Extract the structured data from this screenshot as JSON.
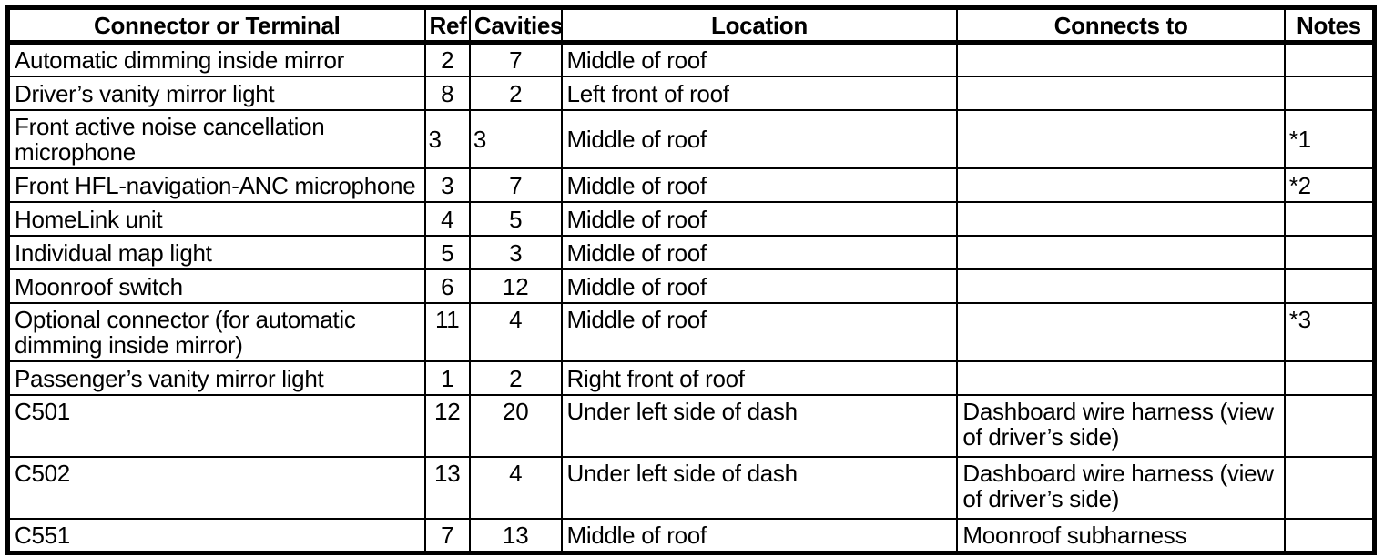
{
  "colors": {
    "background": "#ffffff",
    "border": "#000000",
    "text": "#000000"
  },
  "table": {
    "columns": [
      {
        "key": "connector",
        "label": "Connector or Terminal"
      },
      {
        "key": "ref",
        "label": "Ref"
      },
      {
        "key": "cavities",
        "label": "Cavities"
      },
      {
        "key": "location",
        "label": "Location"
      },
      {
        "key": "connects_to",
        "label": "Connects to"
      },
      {
        "key": "notes",
        "label": "Notes"
      }
    ],
    "rows": [
      {
        "connector": "Automatic dimming inside mirror",
        "ref": "2",
        "cavities": "7",
        "location": "Middle of roof",
        "connects_to": "",
        "notes": ""
      },
      {
        "connector": "Driver’s vanity mirror light",
        "ref": "8",
        "cavities": "2",
        "location": "Left front of roof",
        "connects_to": "",
        "notes": ""
      },
      {
        "connector": "Front active noise cancellation\nmicrophone",
        "ref": "3",
        "cavities": "3",
        "location": "Middle of roof",
        "connects_to": "",
        "notes": "*1"
      },
      {
        "connector": "Front HFL-navigation-ANC microphone",
        "ref": "3",
        "cavities": "7",
        "location": "Middle of roof",
        "connects_to": "",
        "notes": "*2"
      },
      {
        "connector": "HomeLink unit",
        "ref": "4",
        "cavities": "5",
        "location": "Middle of roof",
        "connects_to": "",
        "notes": ""
      },
      {
        "connector": "Individual map light",
        "ref": "5",
        "cavities": "3",
        "location": "Middle of roof",
        "connects_to": "",
        "notes": ""
      },
      {
        "connector": "Moonroof switch",
        "ref": "6",
        "cavities": "12",
        "location": "Middle of roof",
        "connects_to": "",
        "notes": ""
      },
      {
        "connector": "Optional connector (for automatic\ndimming inside mirror)",
        "ref": "11",
        "cavities": "4",
        "location": "Middle of roof",
        "connects_to": "",
        "notes": "*3"
      },
      {
        "connector": "Passenger’s vanity mirror light",
        "ref": "1",
        "cavities": "2",
        "location": "Right front of roof",
        "connects_to": "",
        "notes": ""
      },
      {
        "connector": "C501",
        "ref": "12",
        "cavities": "20",
        "location": "Under left side of dash",
        "connects_to": "Dashboard wire harness (view\nof driver’s side)",
        "notes": ""
      },
      {
        "connector": "C502",
        "ref": "13",
        "cavities": "4",
        "location": "Under left side of dash",
        "connects_to": "Dashboard wire harness (view\nof driver’s side)",
        "notes": ""
      },
      {
        "connector": "C551",
        "ref": "7",
        "cavities": "13",
        "location": "Middle of roof",
        "connects_to": "Moonroof subharness",
        "notes": ""
      }
    ]
  }
}
